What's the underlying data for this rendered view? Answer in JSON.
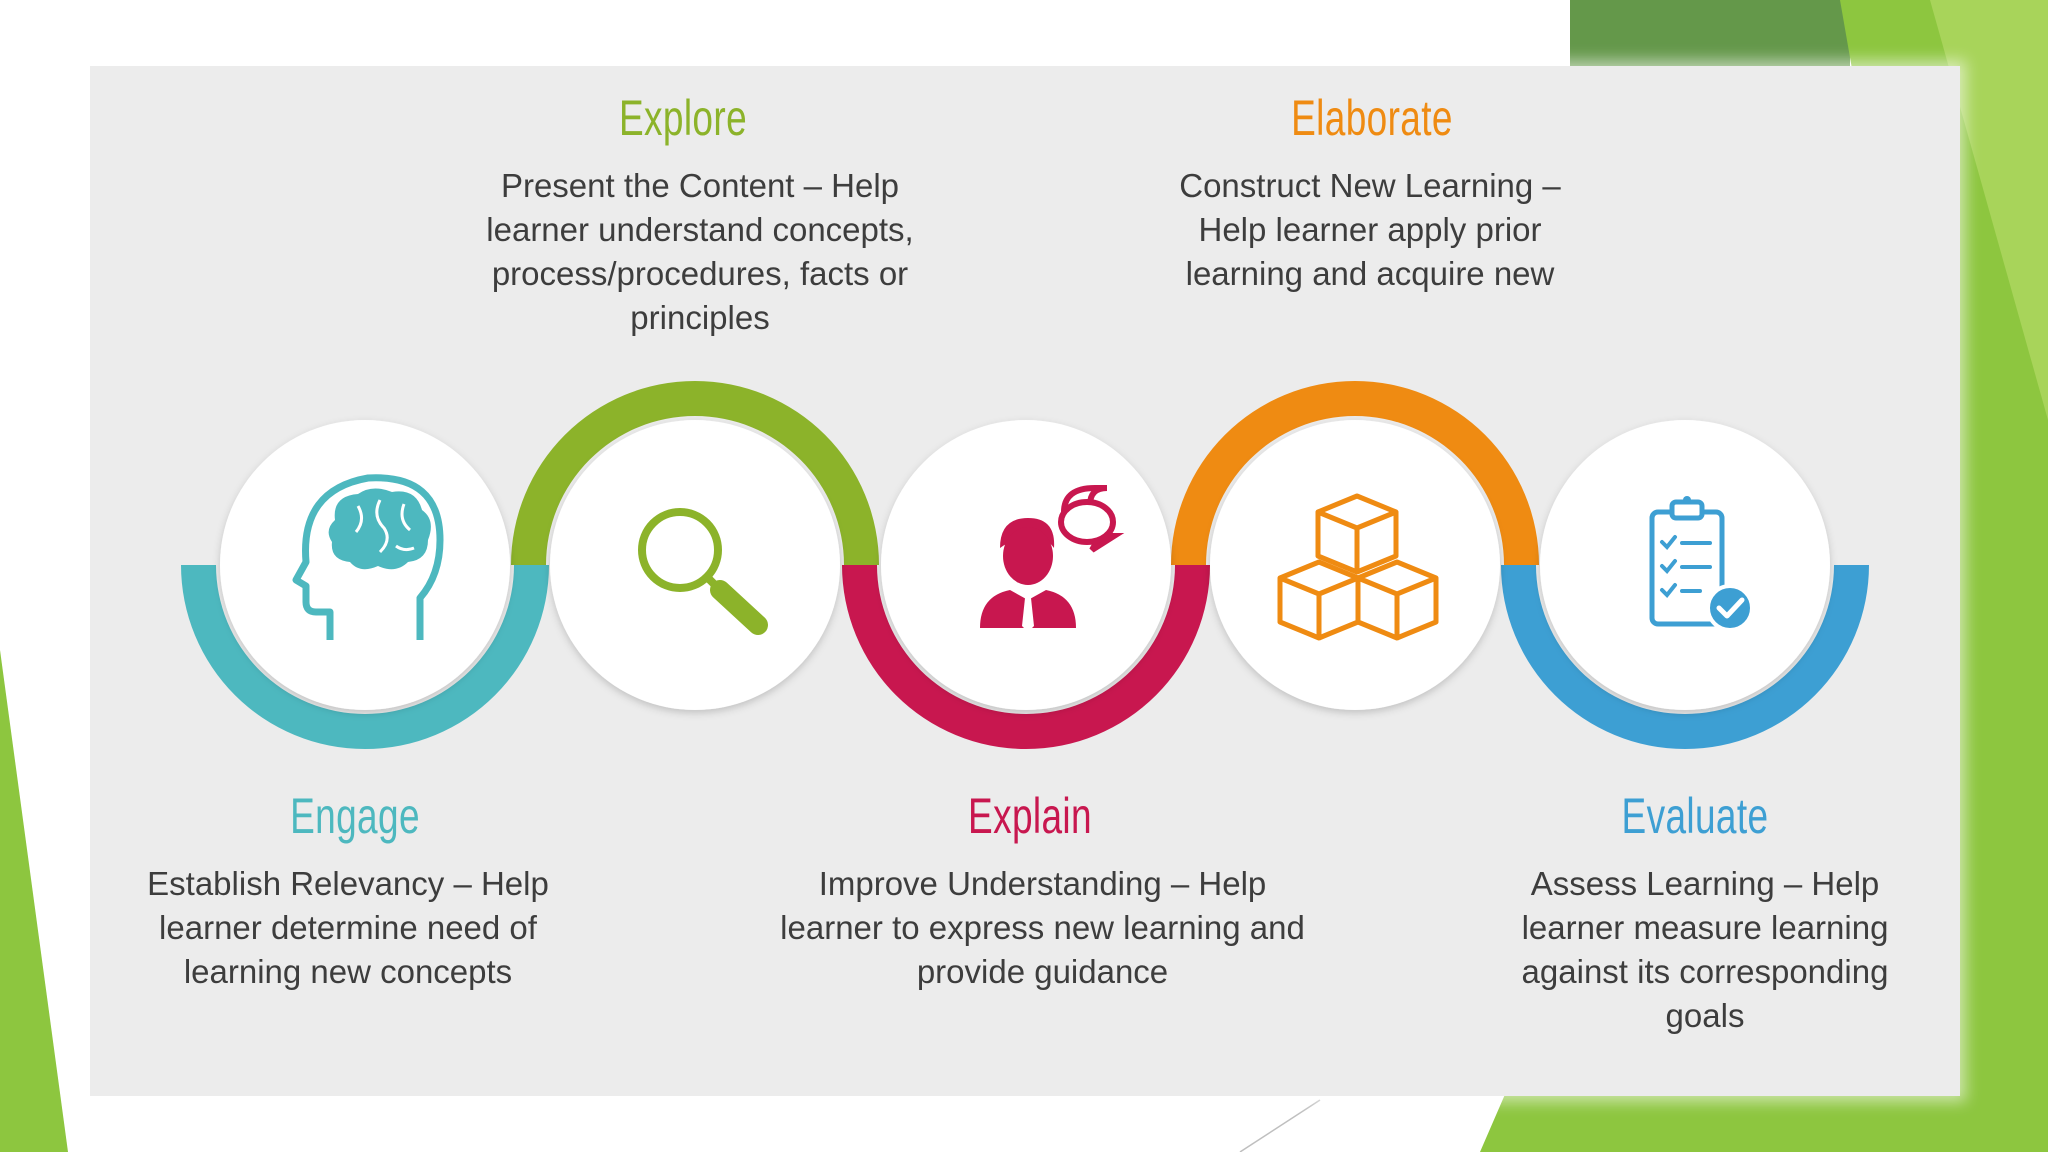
{
  "colors": {
    "slide_green": "#8dc63f",
    "slide_green_dark": "#64984a",
    "panel_bg": "#ececec",
    "engage": "#4db8bf",
    "explore": "#8cb32a",
    "explain": "#c8174f",
    "elaborate": "#ef8b12",
    "evaluate": "#3d9fd3",
    "text": "#3d3d3d"
  },
  "stages": [
    {
      "id": "engage",
      "title": "Engage",
      "description": "Establish Relevancy – Help learner determine need of learning new concepts",
      "icon": "head-brain-icon"
    },
    {
      "id": "explore",
      "title": "Explore",
      "description": "Present the Content – Help learner understand concepts, process/procedures, facts or principles",
      "icon": "magnifying-glass-icon"
    },
    {
      "id": "explain",
      "title": "Explain",
      "description": "Improve Understanding – Help learner to express new learning and provide guidance",
      "icon": "presenter-speech-icon"
    },
    {
      "id": "elaborate",
      "title": "Elaborate",
      "description": "Construct New Learning – Help learner apply prior learning and acquire new",
      "icon": "stacked-cubes-icon"
    },
    {
      "id": "evaluate",
      "title": "Evaluate",
      "description": "Assess Learning – Help learner measure learning against its corresponding goals",
      "icon": "clipboard-check-icon"
    }
  ]
}
